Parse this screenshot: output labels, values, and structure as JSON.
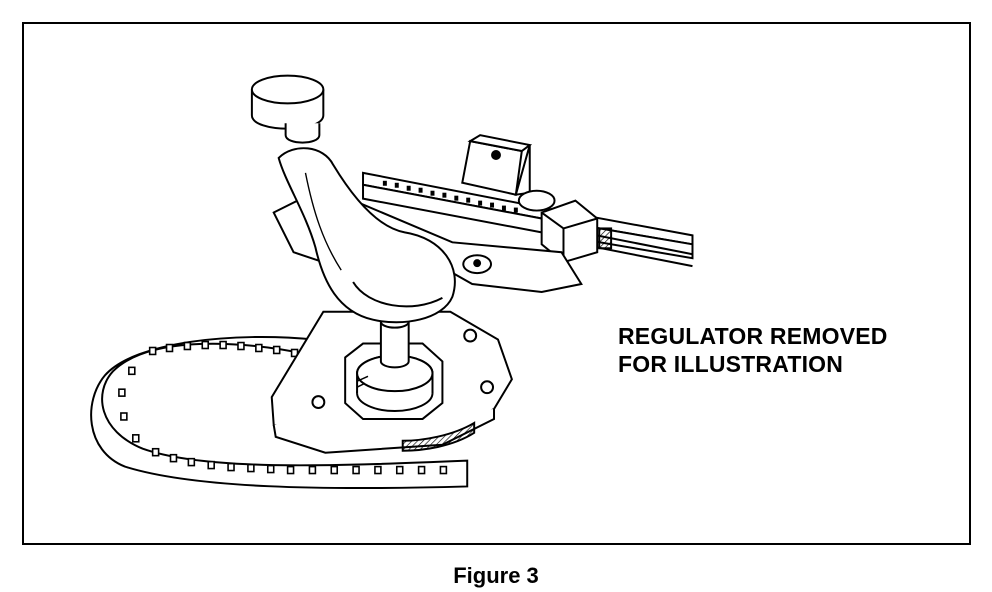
{
  "callout": {
    "line1": "REGULATOR REMOVED",
    "line2": "FOR ILLUSTRATION"
  },
  "caption": "Figure 3",
  "parts": [
    "crank-handle-knob",
    "crank-handle-arm",
    "regulator-shaft",
    "mounting-plate",
    "tape-strap",
    "cable-track",
    "mounting-bracket",
    "cable-connector"
  ],
  "colors": {
    "ink": "#000000",
    "paper": "#ffffff",
    "shade": "#d9d9d9"
  }
}
